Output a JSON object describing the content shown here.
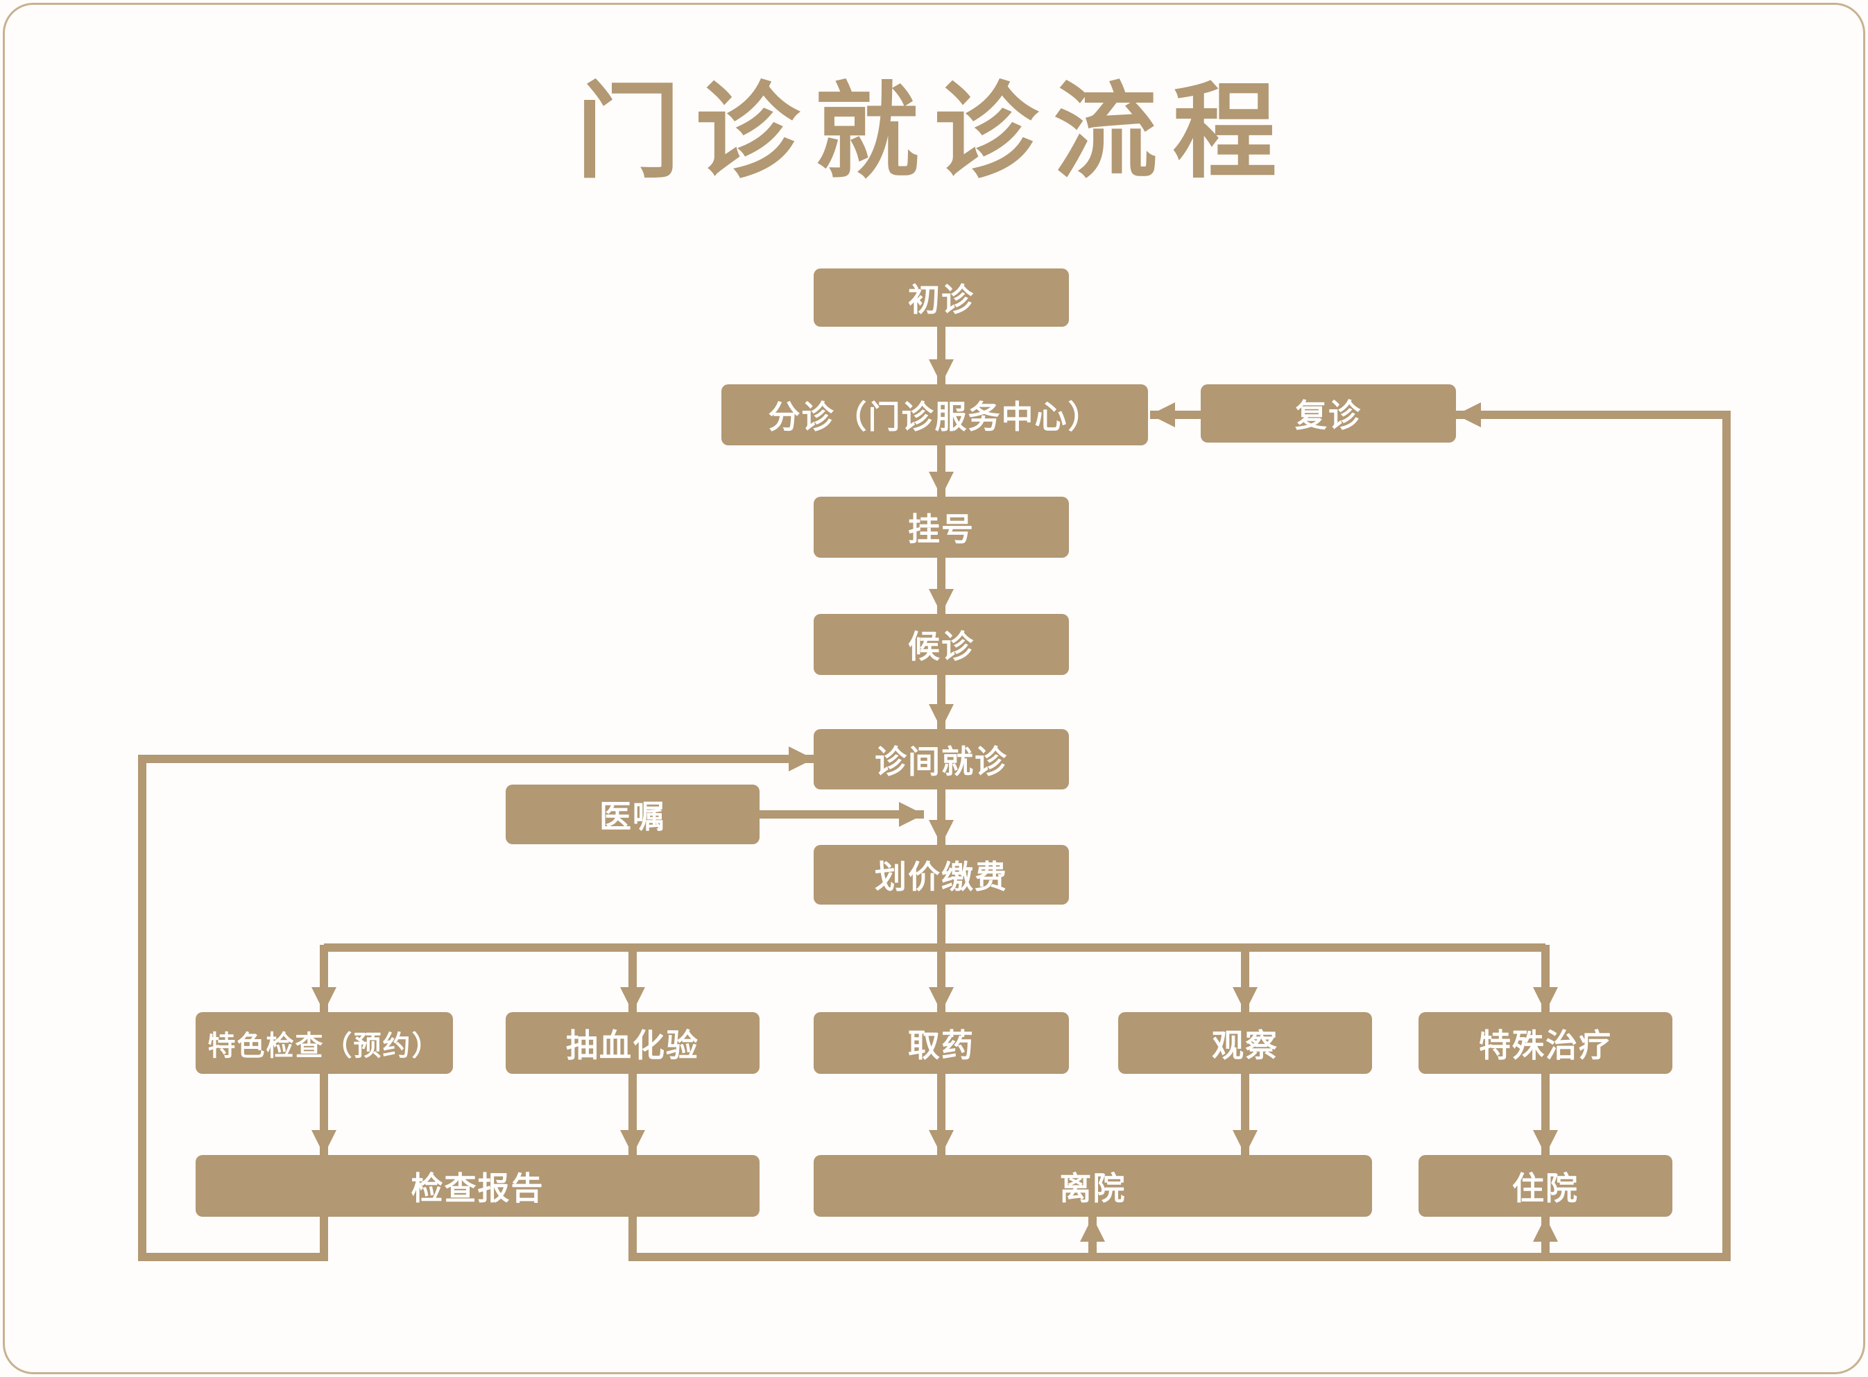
{
  "colors": {
    "accent": "#b29873",
    "page_border": "#c8b190",
    "background": "#fefdfb",
    "node_text": "#ffffff"
  },
  "flowchart": {
    "title": "门诊就诊流程",
    "nodes": [
      {
        "id": "first-visit",
        "label": "初诊"
      },
      {
        "id": "triage",
        "label": "分诊（门诊服务中心）"
      },
      {
        "id": "return-visit",
        "label": "复诊"
      },
      {
        "id": "registration",
        "label": "挂号"
      },
      {
        "id": "waiting",
        "label": "候诊"
      },
      {
        "id": "consultation",
        "label": "诊间就诊"
      },
      {
        "id": "doctor-order",
        "label": "医嘱"
      },
      {
        "id": "pricing-payment",
        "label": "划价缴费"
      },
      {
        "id": "special-examination",
        "label": "特色检查（预约）"
      },
      {
        "id": "blood-test",
        "label": "抽血化验"
      },
      {
        "id": "pharmacy",
        "label": "取药"
      },
      {
        "id": "observation",
        "label": "观察"
      },
      {
        "id": "special-treatment",
        "label": "特殊治疗"
      },
      {
        "id": "examination-report",
        "label": "检查报告"
      },
      {
        "id": "discharge",
        "label": "离院"
      },
      {
        "id": "admission",
        "label": "住院"
      }
    ],
    "edges": [
      {
        "from": "初诊",
        "to": "分诊（门诊服务中心）"
      },
      {
        "from": "复诊",
        "to": "分诊（门诊服务中心）"
      },
      {
        "from": "分诊（门诊服务中心）",
        "to": "挂号"
      },
      {
        "from": "挂号",
        "to": "候诊"
      },
      {
        "from": "候诊",
        "to": "诊间就诊"
      },
      {
        "from": "诊间就诊",
        "to": "划价缴费"
      },
      {
        "from": "医嘱",
        "to": "划价缴费"
      },
      {
        "from": "划价缴费",
        "to": "特色检查（预约）"
      },
      {
        "from": "划价缴费",
        "to": "抽血化验"
      },
      {
        "from": "划价缴费",
        "to": "取药"
      },
      {
        "from": "划价缴费",
        "to": "观察"
      },
      {
        "from": "划价缴费",
        "to": "特殊治疗"
      },
      {
        "from": "特色检查（预约）",
        "to": "检查报告"
      },
      {
        "from": "抽血化验",
        "to": "检查报告"
      },
      {
        "from": "取药",
        "to": "离院"
      },
      {
        "from": "观察",
        "to": "离院"
      },
      {
        "from": "特殊治疗",
        "to": "住院"
      },
      {
        "from": "检查报告",
        "to": "诊间就诊"
      },
      {
        "from": "检查报告",
        "to": "离院"
      },
      {
        "from": "检查报告",
        "to": "住院"
      },
      {
        "from": "检查报告",
        "to": "复诊"
      }
    ]
  }
}
